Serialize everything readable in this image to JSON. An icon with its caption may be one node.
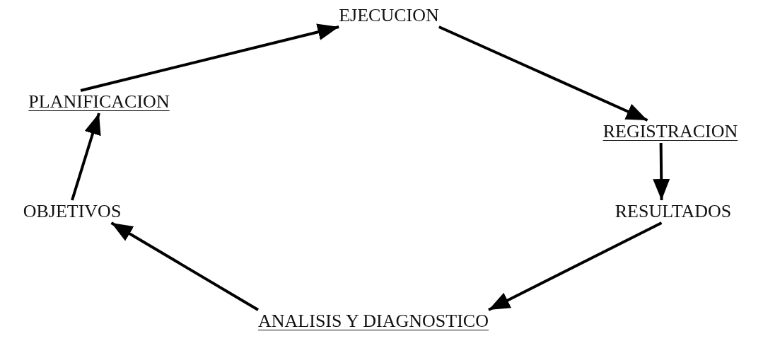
{
  "diagram": {
    "nodes": [
      {
        "text": [
          "EJECUCION"
        ]
      },
      {
        "text": [
          "PLANIFICACION"
        ]
      },
      {
        "text": [
          "REGISTRACION"
        ]
      },
      {
        "text": [
          "OBJETIVOS"
        ]
      },
      {
        "text": [
          "RESULTADOS"
        ]
      },
      {
        "text": [
          "ANALISIS Y DIAGNOSTICO"
        ]
      }
    ],
    "edges": [
      {
        "from": 1,
        "to": 0,
        "arrow": "to"
      },
      {
        "from": 0,
        "to": 2,
        "arrow": "to"
      },
      {
        "from": 2,
        "to": 4,
        "arrow": "to"
      },
      {
        "from": 4,
        "to": 5,
        "arrow": "to"
      },
      {
        "from": 5,
        "to": 3,
        "arrow": "to"
      },
      {
        "from": 3,
        "to": 1,
        "arrow": "to"
      }
    ]
  }
}
